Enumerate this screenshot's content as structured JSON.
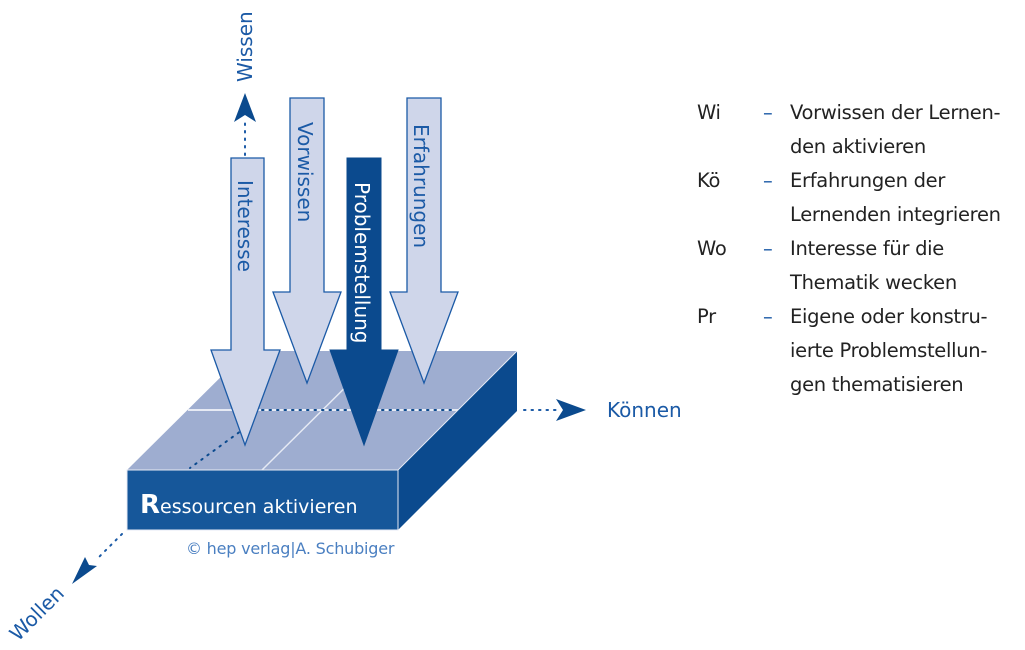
{
  "axes": {
    "wissen": "Wissen",
    "koennen": "Können",
    "wollen": "Wollen"
  },
  "arrows": [
    {
      "id": "interesse",
      "label": "Interesse",
      "style": "light"
    },
    {
      "id": "vorwissen",
      "label": "Vorwissen",
      "style": "light"
    },
    {
      "id": "problemstellung",
      "label": "Problemstellung",
      "style": "dark"
    },
    {
      "id": "erfahrungen",
      "label": "Erfahrungen",
      "style": "light"
    }
  ],
  "base": {
    "label_initial": "R",
    "label_rest": "essourcen aktivieren"
  },
  "copyright": "© hep verlag|A. Schubiger",
  "legend": [
    {
      "key": "Wi",
      "dash": "–",
      "text": "Vorwissen der Lernen-\nden aktivieren"
    },
    {
      "key": "Kö",
      "dash": "–",
      "text": "Erfahrungen der\nLernenden integrieren"
    },
    {
      "key": "Wo",
      "dash": "–",
      "text": "Interesse für die\nThematik wecken"
    },
    {
      "key": "Pr",
      "dash": "–",
      "text": "Eigene oder konstru-\nierte Problemstellun-\ngen thematisieren"
    }
  ],
  "colors": {
    "dark_blue": "#0b4a8e",
    "front_blue": "#16579a",
    "top_face": "#9eadd0",
    "arrow_light": "#cfd6ea",
    "outline": "#1b5aa6",
    "text_blue": "#1b5aa6"
  }
}
